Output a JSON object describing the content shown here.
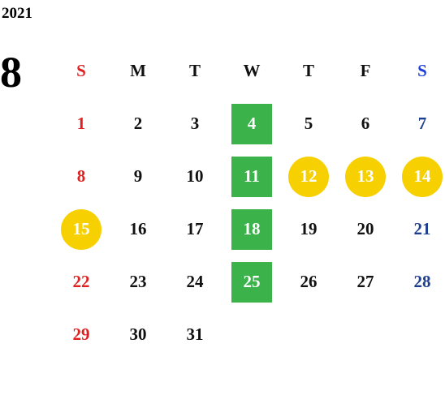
{
  "calendar": {
    "year": "2021",
    "month": "8",
    "weekdays": [
      "S",
      "M",
      "T",
      "W",
      "T",
      "F",
      "S"
    ],
    "weeks": [
      [
        "1",
        "2",
        "3",
        "4",
        "5",
        "6",
        "7"
      ],
      [
        "8",
        "9",
        "10",
        "11",
        "12",
        "13",
        "14"
      ],
      [
        "15",
        "16",
        "17",
        "18",
        "19",
        "20",
        "21"
      ],
      [
        "22",
        "23",
        "24",
        "25",
        "26",
        "27",
        "28"
      ],
      [
        "29",
        "30",
        "31",
        "",
        "",
        "",
        ""
      ]
    ],
    "highlight_colors": {
      "green_square": "#3cb34a",
      "yellow_circle": "#f6d000",
      "sunday_text": "#e02020",
      "saturday_text": "#1e3f8f"
    }
  }
}
